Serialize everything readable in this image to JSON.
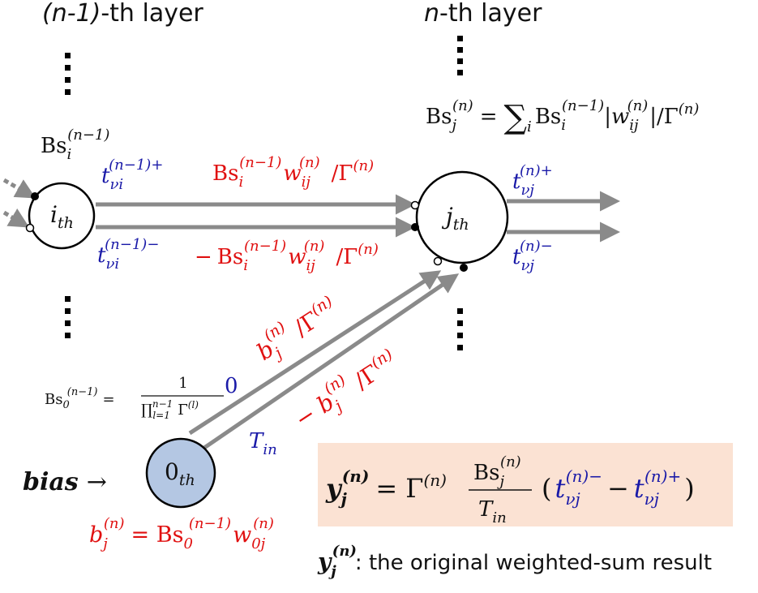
{
  "layers": {
    "prev_title_italic": "(n-1)",
    "prev_title_rest": "-th layer",
    "next_title_italic": "n",
    "next_title_rest": "-th layer"
  },
  "nodes": {
    "i_main": "i",
    "i_sub": "th",
    "j_main": "j",
    "j_sub": "th",
    "bias_main": "0",
    "bias_sub": "th"
  },
  "labels": {
    "bs_i": {
      "main": "Bs",
      "sub": "i",
      "sup": "(n−1)"
    },
    "t_plus_in": {
      "main": "t",
      "sub": "νi",
      "sup": "(n−1)+"
    },
    "t_minus_in": {
      "main": "t",
      "sub": "νi",
      "sup": "(n−1)−"
    },
    "t_plus_out": {
      "main": "t",
      "sub": "νj",
      "sup": "(n)+"
    },
    "t_minus_out": {
      "main": "t",
      "sub": "νj",
      "sup": "(n)−"
    },
    "weight_pos": {
      "bs": "Bs",
      "bs_sub": "i",
      "bs_sup": "(n−1)",
      "w": "w",
      "w_sub": "ij",
      "w_sup": "(n)",
      "gamma": "/Γ",
      "gamma_sup": "(n)"
    },
    "weight_neg": {
      "sign": "−",
      "bs": "Bs",
      "bs_sub": "i",
      "bs_sup": "(n−1)",
      "w": "w",
      "w_sub": "ij",
      "w_sup": "(n)",
      "gamma": "/Γ",
      "gamma_sup": "(n)"
    },
    "bs_j_eq": {
      "lhs": "Bs",
      "lhs_sub": "j",
      "lhs_sup": "(n)",
      "eq": "=",
      "sum": "∑",
      "sum_sub": "i",
      "rhs": "Bs",
      "rhs_sub": "i",
      "rhs_sup": "(n−1)",
      "abs_l": "|",
      "w": "w",
      "w_sub": "ij",
      "w_sup": "(n)",
      "tail": "|/Γ",
      "tail_sup": "(n)"
    },
    "bias_pos": {
      "b": "b",
      "b_sub": "j",
      "b_sup": "(n)",
      "gamma": "/Γ",
      "gamma_sup": "(n)"
    },
    "bias_neg": {
      "sign": "− ",
      "b": "b",
      "b_sub": "j",
      "b_sup": "(n)",
      "gamma": "/Γ",
      "gamma_sup": "(n)"
    },
    "zero": "0",
    "t_in": {
      "main": "T",
      "sub": "in"
    },
    "bs0": {
      "lhs": "Bs",
      "lhs_sub": "0",
      "lhs_sup": "(n−1)",
      "eq": "=",
      "num": "1",
      "den": "∏",
      "den_sub": "l=1",
      "den_sup": "n−1",
      "den_g": "Γ",
      "den_g_sup": "(l)"
    },
    "bias_word": "bias",
    "bias_arrow": "→",
    "b_eq": {
      "b": "b",
      "b_sub": "j",
      "b_sup": "(n)",
      "eq": "= Bs",
      "bs_sub": "0",
      "bs_sup": "(n−1)",
      "w": "w",
      "w_sub": "0j",
      "w_sup": "(n)"
    }
  },
  "formula": {
    "y": "y",
    "y_sub": "j",
    "y_sup": "(n)",
    "eq": "= Γ",
    "g_sup": "(n)",
    "num": "Bs",
    "num_sub": "j",
    "num_sup": "(n)",
    "den": "T",
    "den_sub": "in",
    "paren_l": "(",
    "t1": "t",
    "t1_sub": "νj",
    "t1_sup": "(n)−",
    "minus": "−",
    "t2": "t",
    "t2_sub": "νj",
    "t2_sup": "(n)+",
    "paren_r": ")"
  },
  "caption": {
    "y": "y",
    "y_sub": "j",
    "y_sup": "(n)",
    "text": ": the original weighted-sum result"
  },
  "colors": {
    "red": "#e01010",
    "blue": "#1a1aa8",
    "black": "#111111",
    "arrow": "#8a8a8a",
    "bias_fill": "#b4c7e3",
    "formula_bg": "#fbe2d3"
  }
}
